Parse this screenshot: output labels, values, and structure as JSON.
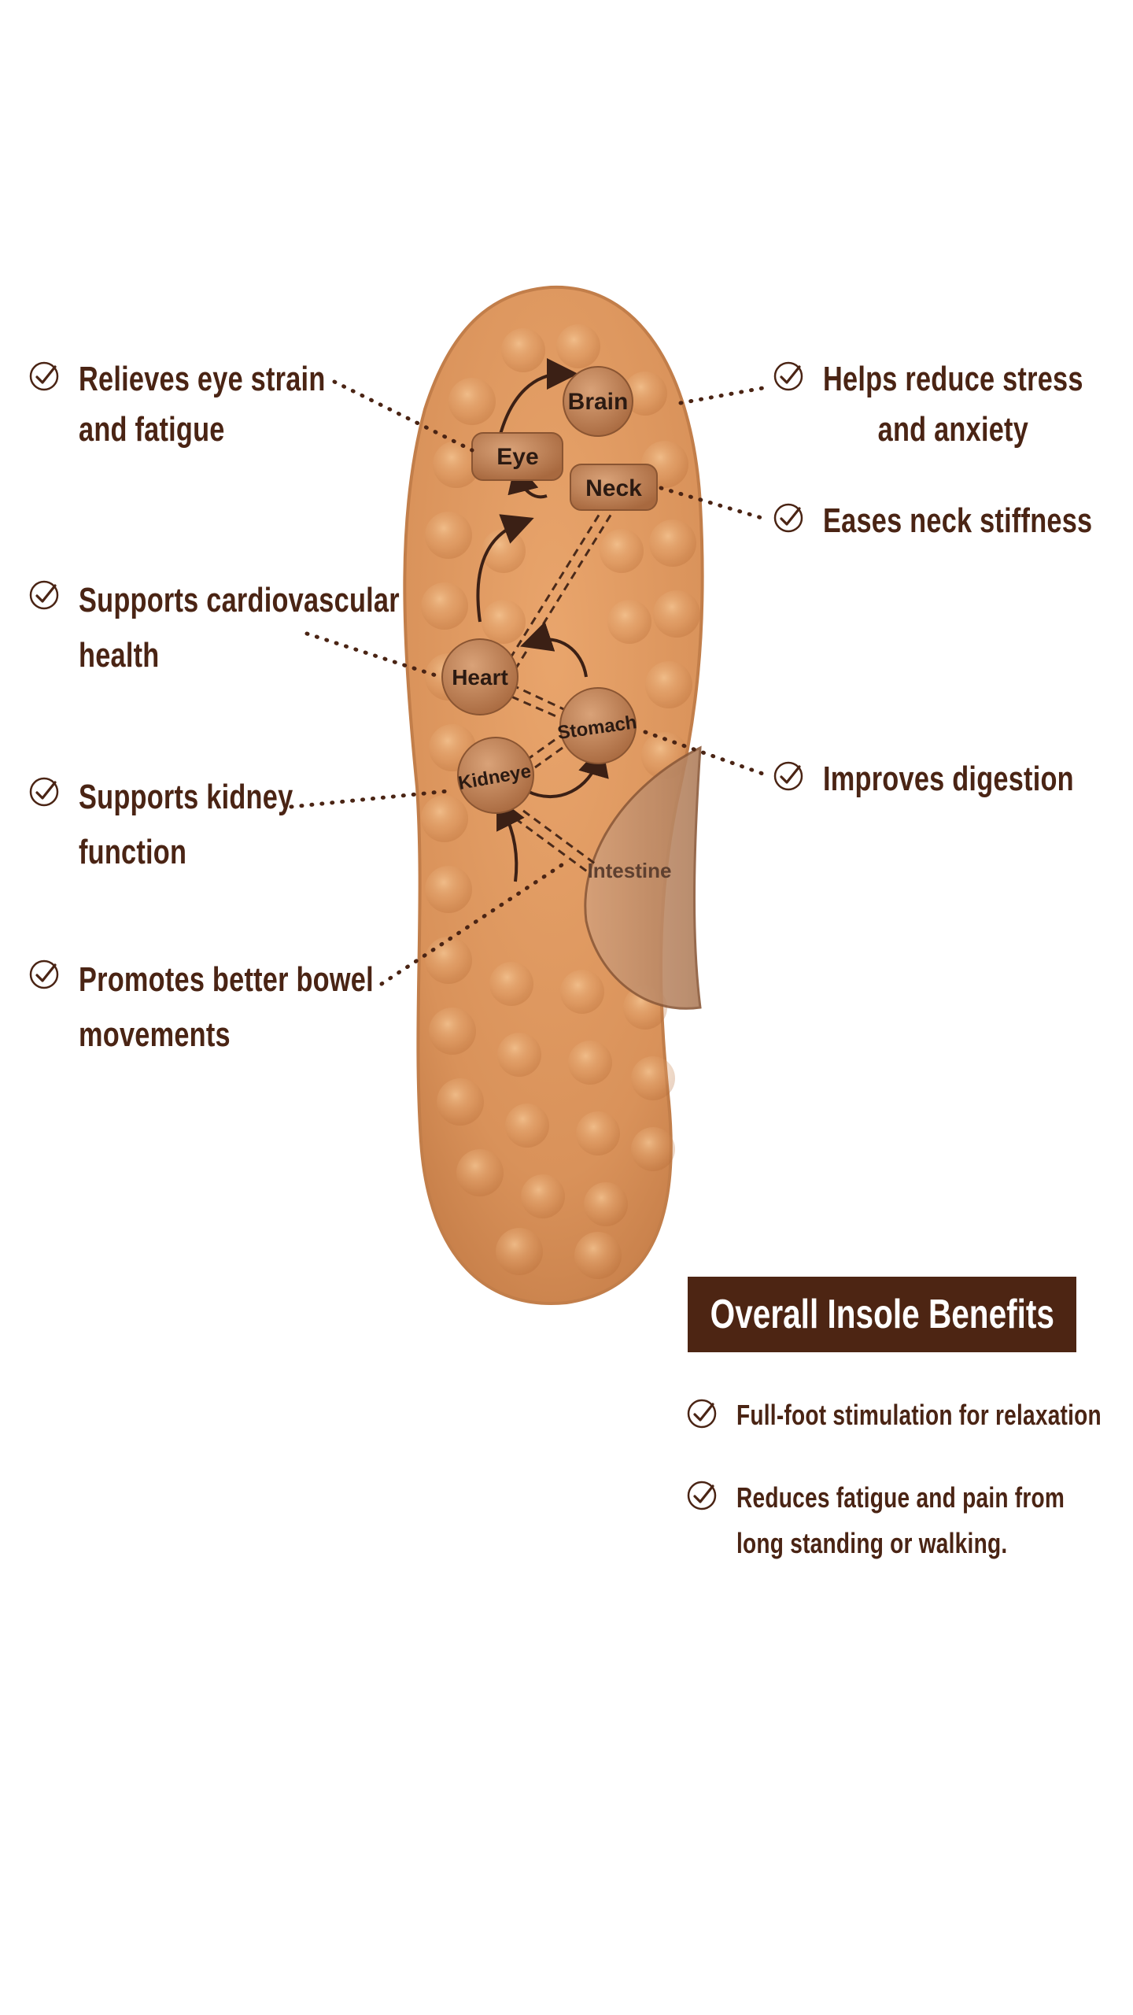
{
  "colors": {
    "text_brown": "#4a2414",
    "banner_bg": "#4d2513",
    "insole_base": "#d9925a",
    "insole_highlight": "#efb884",
    "insole_shadow": "#b56e3a",
    "organ_fill": "#b87a4e",
    "dotted_line": "#4a2414"
  },
  "insole": {
    "organs": {
      "brain": "Brain",
      "eye": "Eye",
      "neck": "Neck",
      "heart": "Heart",
      "stomach": "Stomach",
      "kidney": "Kidneye",
      "intestine": "Intestine"
    }
  },
  "benefits_left": {
    "eye": {
      "line1": "Relieves eye strain",
      "line2": "and fatigue"
    },
    "cardio": {
      "line1": "Supports cardiovascular",
      "line2": "health"
    },
    "kidney": {
      "line1": "Supports kidney",
      "line2": "function"
    },
    "bowel": {
      "line1": "Promotes better bowel",
      "line2": "movements"
    }
  },
  "benefits_right": {
    "stress": {
      "line1": "Helps reduce stress",
      "line2": "and anxiety"
    },
    "neck": {
      "line1": "Eases neck stiffness"
    },
    "digestion": {
      "line1": "Improves digestion"
    }
  },
  "summary": {
    "title": "Overall Insole Benefits",
    "items": [
      {
        "line1": "Full-foot stimulation for relaxation"
      },
      {
        "line1": "Reduces fatigue and pain from",
        "line2": "long standing or walking."
      }
    ]
  },
  "icons": {
    "check": "check-circle-icon",
    "arrow": "curved-arrow-icon"
  }
}
